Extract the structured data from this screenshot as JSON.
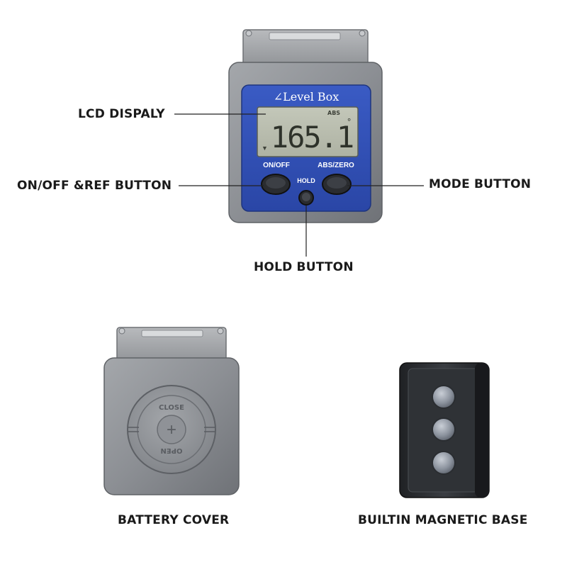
{
  "device_front": {
    "brand_label": "∠Level Box",
    "lcd": {
      "indicator": "ABS",
      "reading": "165.1",
      "unit": "°",
      "arrow": "▼"
    },
    "buttons": {
      "left": "ON/OFF",
      "right": "ABS/ZERO",
      "center": "HOLD"
    }
  },
  "callouts": {
    "lcd": "LCD DISPALY",
    "on_off": "ON/OFF &REF BUTTON",
    "mode": "MODE BUTTON",
    "hold": "HOLD BUTTON"
  },
  "captions": {
    "battery": "BATTERY COVER",
    "magnet": "BUILTIN MAGNETIC BASE"
  },
  "battery_cover": {
    "top_text": "CLOSE",
    "bottom_text": "OPEN",
    "symbol": "+"
  },
  "colors": {
    "blue_panel": "#2f4fb5",
    "gray_body": "#8e9196",
    "lcd_bg": "#b9bdaf",
    "dark_body": "#2b2d31"
  }
}
